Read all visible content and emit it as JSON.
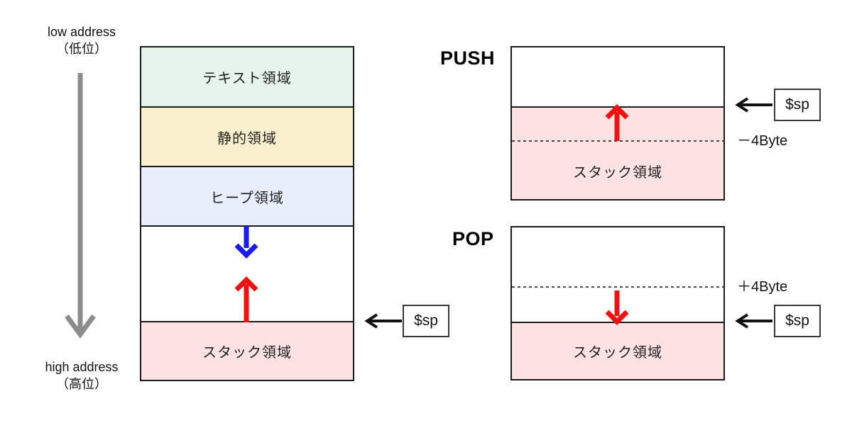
{
  "colors": {
    "region_text_bg": "#E6F4EC",
    "region_static_bg": "#FBF0CD",
    "region_heap_bg": "#E9EFFA",
    "region_stack_bg": "#FDE2E4",
    "arrow_red": "#EE1111",
    "arrow_blue": "#1A1AF2",
    "arrow_gray": "#8C8C8C",
    "arrow_black": "#111111",
    "dashed_line": "#111111"
  },
  "left_diagram": {
    "low_address_line1": "low address",
    "low_address_line2": "（低位）",
    "high_address_line1": "high address",
    "high_address_line2": "（高位）",
    "regions": [
      {
        "label": "テキスト領域",
        "color": "#E6F4EC"
      },
      {
        "label": "静的領域",
        "color": "#FBF0CD"
      },
      {
        "label": "ヒープ領域",
        "color": "#E9EFFA"
      },
      {
        "label": "スタック領域",
        "color": "#FDE2E4"
      }
    ],
    "sp_label": "$sp"
  },
  "push_diagram": {
    "title": "PUSH",
    "stack_label": "スタック領域",
    "stack_color": "#FDE2E4",
    "sp_label": "$sp",
    "offset_label": "－4Byte"
  },
  "pop_diagram": {
    "title": "POP",
    "stack_label": "スタック領域",
    "stack_color": "#FDE2E4",
    "sp_label": "$sp",
    "offset_label": "＋4Byte"
  }
}
